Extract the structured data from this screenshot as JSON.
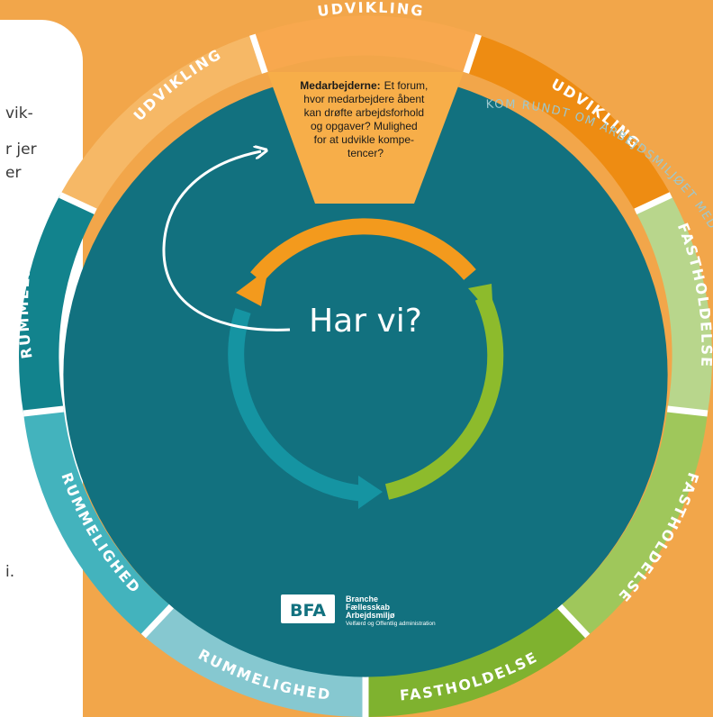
{
  "card_fragments": [
    "vik-",
    "r jer",
    "er",
    "i."
  ],
  "wheel": {
    "center_label": "Har vi?",
    "info_box": {
      "bold": "Medarbejderne:",
      "lines": [
        "Et forum,",
        "hvor medarbejdere åbent",
        "kan drøfte arbejdsforhold",
        "og opgaver? Mulighed",
        "for at udvikle kompe-",
        "tencer?"
      ]
    },
    "ring_labels": {
      "udvikling": "UDVIKLING",
      "fastholdelse": "FASTHOLDELSE",
      "rummelighed": "RUMMELIGHED"
    },
    "curved_text": "KOM RUNDT OM ARBEJDSMILJØET MED BÆREDYGTIGHEDSHJULET"
  },
  "logo": {
    "mark": "BFA",
    "line1": "Branche",
    "line2": "Fællesskab",
    "line3": "Arbejdsmiljø",
    "line4": "Velfærd og Offentlig administration"
  },
  "colors": {
    "background": "#f2a64a",
    "wheel_teal": "#12717f",
    "udvikling_light": "#f6b866",
    "udvikling_mid": "#f8a84e",
    "udvikling_dark": "#ee8c12",
    "fasthold_light": "#b8d68c",
    "fasthold_mid": "#9fc75b",
    "fasthold_dark": "#7fb22f",
    "rummel_dark": "#12838d",
    "rummel_mid": "#43b3bd",
    "rummel_light": "#86c8d0",
    "arrow_orange": "#f39a1d",
    "arrow_green": "#8dbb2c",
    "arrow_teal": "#1594a2"
  }
}
